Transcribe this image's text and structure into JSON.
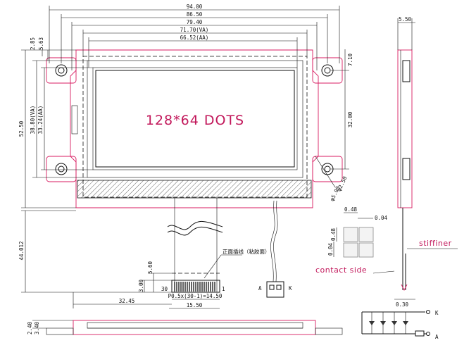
{
  "title": "128*64 DOTS",
  "dimensions": {
    "width_total": "94.00",
    "width_holes": "86.50",
    "width_outline": "79.40",
    "width_va": "71.70(VA)",
    "width_aa": "66.52(AA)",
    "height_total": "52.50",
    "height_va": "38.80(VA)",
    "height_aa": "33.24(AA)",
    "top_a": "2.85",
    "top_b": "5.63",
    "hole_offset": "7.10",
    "hole_pitch": "32.00",
    "hole_d1": "φ2.50",
    "hole_d2": "φ5.00",
    "fpc_length": "44.012",
    "fpc_offset": "32.45",
    "pitch": "P0.5x(30-1)=14.50",
    "fpc_width": "15.50",
    "dim_300": "3.00",
    "dim_560": "5.60",
    "side_width": "5.50",
    "stiff_thk": "0.30",
    "bottom_a": "2.40",
    "bottom_b": "3.40",
    "dot_size": "0.48",
    "dot_gap": "0.04"
  },
  "pins": {
    "first": "30",
    "last": "1"
  },
  "connector": {
    "a": "A",
    "k": "K"
  },
  "note": "正面插线（粘胶面）",
  "labels": {
    "stiffiner": "stiffiner",
    "contact_side": "contact side"
  },
  "backlight": {
    "k": "K",
    "a": "A"
  },
  "colors": {
    "outline": "#d81b60",
    "text": "#c2185b",
    "line": "#111111"
  }
}
